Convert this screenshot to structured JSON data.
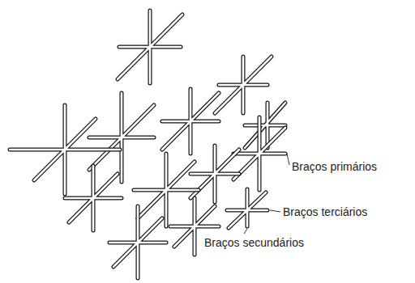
{
  "diagram": {
    "labels": [
      "Braços primários",
      "Braços terciários",
      "Braços secundários"
    ]
  }
}
